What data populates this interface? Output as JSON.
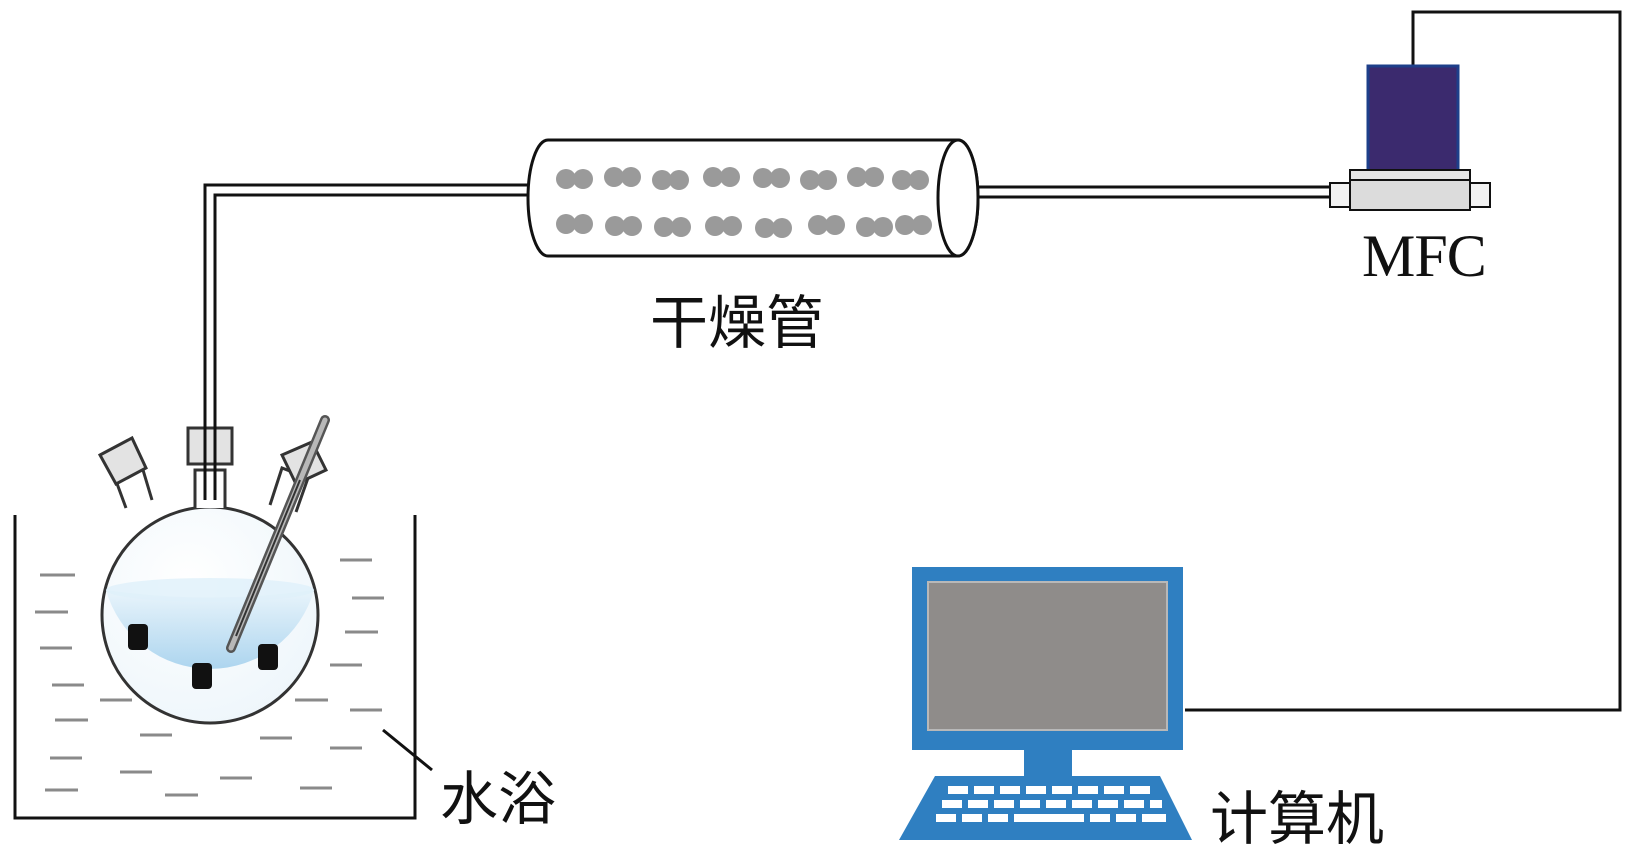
{
  "labels": {
    "drying_tube": "干燥管",
    "mfc": "MFC",
    "water_bath": "水浴",
    "computer": "计算机"
  },
  "colors": {
    "line": "#111111",
    "monitor_frame": "#2f7fc1",
    "monitor_screen": "#8f8c8a",
    "mfc_body": "#3b2a6e",
    "mfc_base": "#d9d9d9",
    "liquid": "#cfe8f6",
    "desiccant": "#9a9a9a",
    "bath_dash": "#8a8a8a"
  },
  "components": [
    {
      "id": "flask",
      "icon": "three-neck-flask-icon"
    },
    {
      "id": "water_bath",
      "icon": "water-bath-icon"
    },
    {
      "id": "drying_tube",
      "icon": "drying-tube-icon"
    },
    {
      "id": "mfc",
      "icon": "mass-flow-controller-icon"
    },
    {
      "id": "computer",
      "icon": "computer-icon"
    }
  ]
}
